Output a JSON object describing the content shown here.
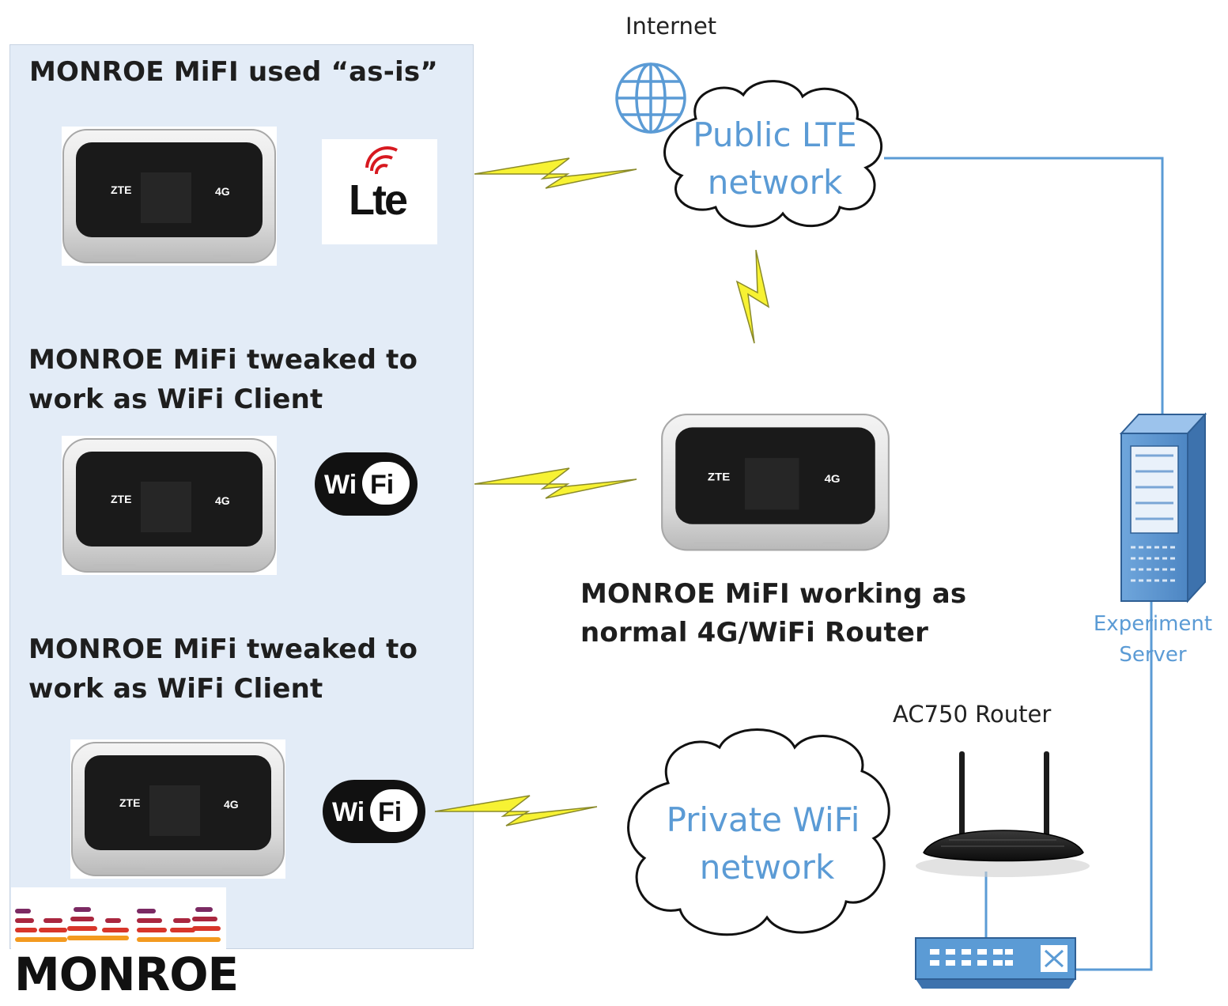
{
  "panel": {
    "section1_title": "MONROE MiFI used “as-is”",
    "section2_title_line1": "MONROE MiFi tweaked to",
    "section2_title_line2": "work as WiFi Client",
    "section3_title_line1": "MONROE MiFi tweaked to",
    "section3_title_line2": "work as WiFi Client"
  },
  "device": {
    "brand": "ZTE",
    "network_badge": "4G"
  },
  "badges": {
    "lte": "Lte",
    "wifi_left": "Wi",
    "wifi_right": "Fi"
  },
  "internet_label": "Internet",
  "public_cloud": {
    "line1": "Public LTE",
    "line2": "network"
  },
  "private_cloud": {
    "line1": "Private WiFi",
    "line2": "network"
  },
  "router_label": "AC750 Router",
  "center_device": {
    "line1": "MONROE MiFI working as",
    "line2": "normal 4G/WiFi Router"
  },
  "server": {
    "line1": "Experiment",
    "line2": "Server"
  },
  "logo_text": "MONROE",
  "colors": {
    "panel_bg": "#e3ecf7",
    "link": "#5b9bd5",
    "bolt": "#f7f233",
    "bolt_outline": "#8a8a2a"
  }
}
